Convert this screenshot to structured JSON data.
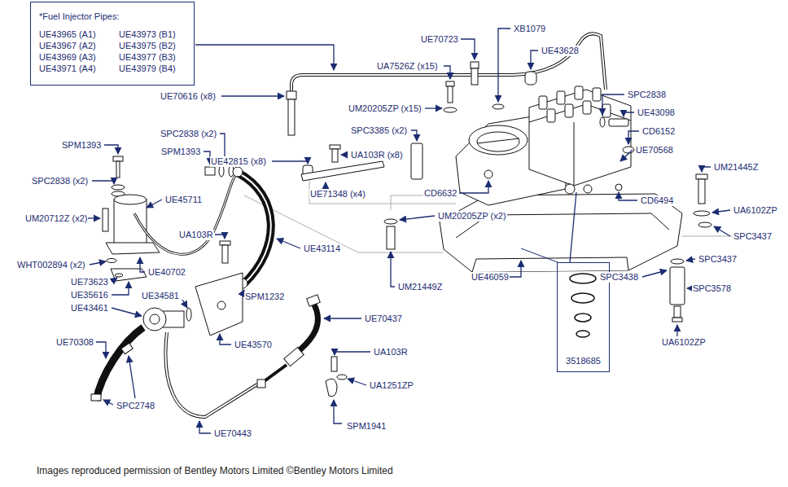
{
  "diagram": {
    "caption": "Images reproduced permission of Bentley Motors Limited ©Bentley Motors Limited",
    "nodes": [
      {
        "text": [
          "*Fuel Injector Pipes:",
          "UE43965 (A1)",
          "UE43973 (B1)",
          "UE43967 (A2)",
          "UE43975 (B2)",
          "UE43969 (A3)",
          "UE43977 (B3)",
          "UE43971 (A4)",
          "UE43979 (B4)"
        ]
      },
      {
        "text": [
          "3518685"
        ]
      }
    ],
    "labels": [
      "UE70616 (x8)",
      "SPC2838 (x2)",
      "SPM1393",
      "UE42815 (x8)",
      "UA103R (x8)",
      "UE71348 (x4)",
      "UM20205ZP (x15)",
      "UA7526Z (x15)",
      "UE70723",
      "XB1079",
      "UE43628",
      "SPC3385 (x2)",
      "SPC2838",
      "UE43098",
      "CD6152",
      "UE70568",
      "CD6632",
      "CD6494",
      "UM21445Z",
      "UA6102ZP",
      "SPC3437",
      "SPC3437",
      "SPC3438",
      "SPC3578",
      "UA6102ZP",
      "UM20205ZP (x2)",
      "UM21449Z",
      "UE46059",
      "SPM1393",
      "SPC2838 (x2)",
      "UE45711",
      "UM20712Z (x2)",
      "UA103R",
      "UE43114",
      "WHT002894 (x2)",
      "UE40702",
      "UE73623",
      "UE35616",
      "UE34581",
      "UE43461",
      "SPM1232",
      "UE43570",
      "UE70437",
      "UA103R",
      "UA1251ZP",
      "SPM1941",
      "UE70308",
      "SPC2748",
      "UE70443"
    ]
  }
}
